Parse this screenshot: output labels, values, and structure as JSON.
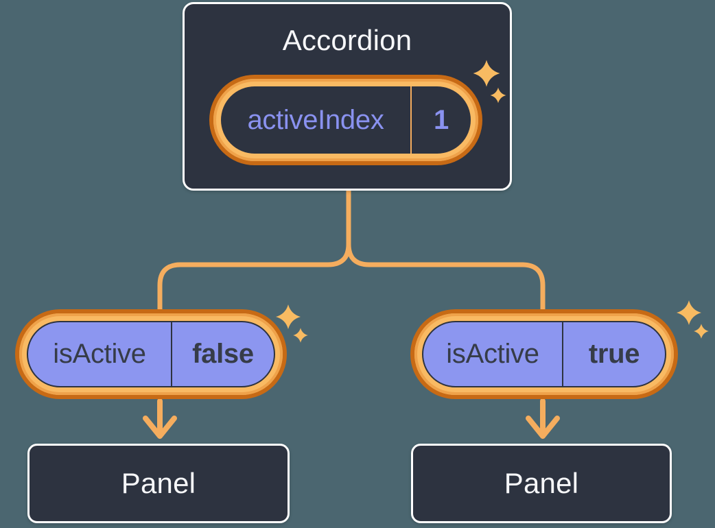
{
  "colors": {
    "bg": "#4B6670",
    "card": "#2D3340",
    "card-border": "#FFFFFF",
    "text-light": "#F6F7F9",
    "purple-fill": "#8C96F0",
    "purple-text": "#8A92F0",
    "ink-dark": "#363C48",
    "orange-dark": "#C76A15",
    "band": "#F9BA63",
    "band-edge": "#EFA24A",
    "line": "#F5AD5E",
    "sparkle": "#F8BB62"
  },
  "accordion": {
    "title": "Accordion",
    "state": {
      "label": "activeIndex",
      "value": "1"
    }
  },
  "children": [
    {
      "prop": {
        "label": "isActive",
        "value": "false"
      },
      "panel": {
        "title": "Panel"
      }
    },
    {
      "prop": {
        "label": "isActive",
        "value": "true"
      },
      "panel": {
        "title": "Panel"
      }
    }
  ],
  "icons": {
    "sparkle-icon": "four-point star",
    "arrow-down-icon": "orange arrow pointing down"
  }
}
